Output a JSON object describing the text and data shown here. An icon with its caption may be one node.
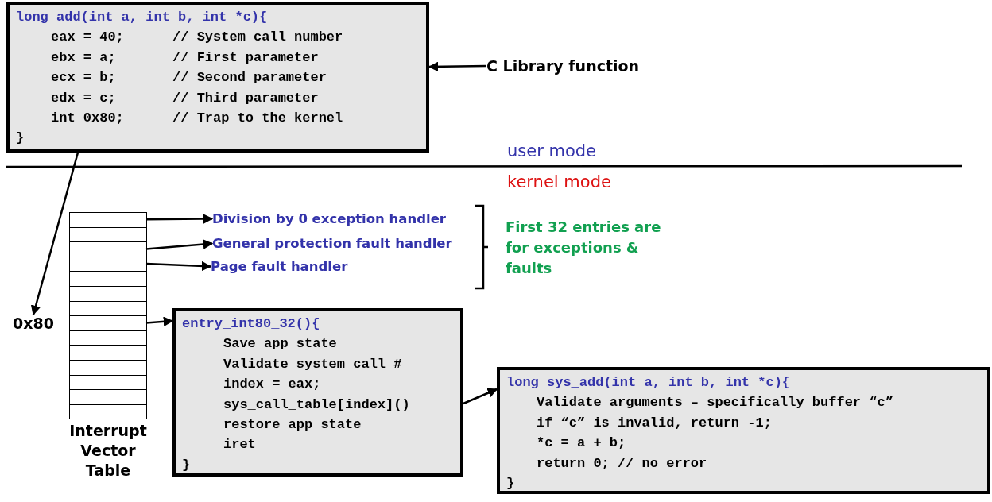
{
  "diagram": {
    "nodes": [
      {
        "text": [
          "long add(int a, int b, int *c){",
          "eax = 40;      // System call number",
          "ebx = a;       // First parameter",
          "ecx = b;       // Second parameter",
          "edx = c;       // Third parameter",
          "int 0x80;      // Trap to the kernel",
          "}"
        ]
      },
      {
        "text": [
          "C Library function"
        ]
      },
      {
        "text": [
          "Interrupt Vector Table"
        ]
      },
      {
        "text": [],
        "shape": "box",
        "in": 2
      },
      {
        "text": [],
        "shape": "box",
        "in": 2
      },
      {
        "text": [],
        "shape": "box",
        "in": 2
      },
      {
        "text": [],
        "shape": "box",
        "in": 2
      },
      {
        "text": [],
        "shape": "box",
        "in": 2
      },
      {
        "text": [],
        "shape": "box",
        "in": 2
      },
      {
        "text": [],
        "shape": "box",
        "in": 2
      },
      {
        "text": [],
        "shape": "box",
        "in": 2
      },
      {
        "text": [],
        "shape": "box",
        "in": 2
      },
      {
        "text": [],
        "shape": "box",
        "in": 2
      },
      {
        "text": [],
        "shape": "box",
        "in": 2
      },
      {
        "text": [],
        "shape": "box",
        "in": 2
      },
      {
        "text": [],
        "shape": "box",
        "in": 2
      },
      {
        "text": [],
        "shape": "box",
        "in": 2
      },
      {
        "text": [
          "0x80"
        ]
      },
      {
        "text": [
          "Division by 0 exception handler"
        ]
      },
      {
        "text": [
          "General protection fault handler"
        ]
      },
      {
        "text": [
          "Page fault handler"
        ]
      },
      {
        "text": [
          "entry_int80_32(){",
          "Save app state",
          "Validate system call #",
          "index = eax;",
          "sys_call_table[index]()",
          "restore app state",
          "iret",
          "}"
        ]
      },
      {
        "text": [
          "long sys_add(int a, int b, int *c){",
          "Validate arguments – specifically buffer “c”",
          "if “c” is invalid, return -1;",
          "*c = a + b;",
          "return 0; // no error",
          "}"
        ]
      }
    ],
    "edges": [
      {
        "from": 1,
        "to": 0,
        "arrow": "to"
      },
      {
        "from": 0,
        "to": 17,
        "arrow": "to"
      },
      {
        "from": 3,
        "to": 18,
        "arrow": "to"
      },
      {
        "from": 5,
        "to": 19,
        "arrow": "to"
      },
      {
        "from": 6,
        "to": 20,
        "arrow": "to"
      },
      {
        "from": 10,
        "to": 21,
        "arrow": "to"
      },
      {
        "from": 21,
        "to": 22,
        "arrow": "to"
      }
    ],
    "labels": [
      "user mode",
      "kernel mode",
      "First 32 entries are for exceptions & faults"
    ]
  }
}
